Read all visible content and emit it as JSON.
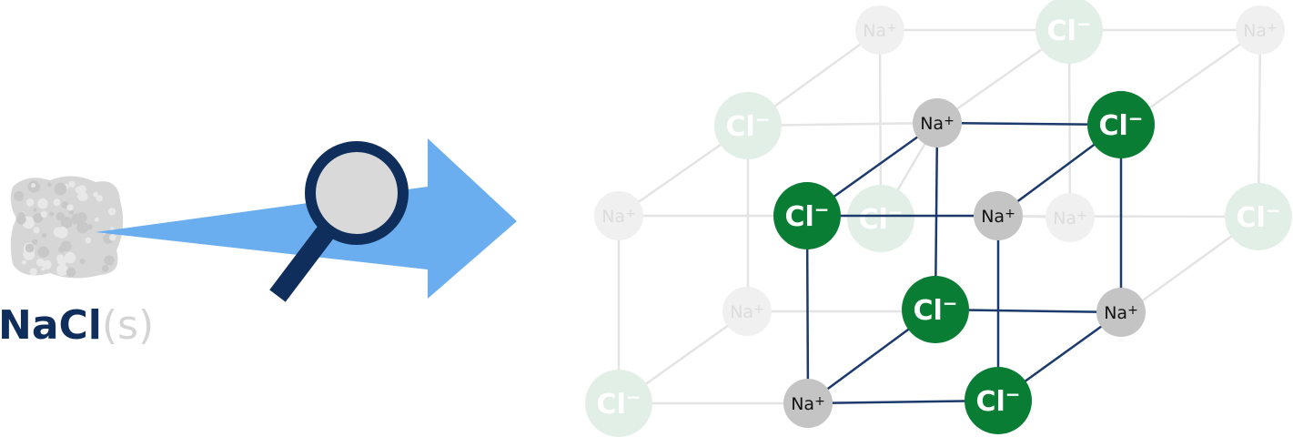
{
  "formula": {
    "main": "NaCl",
    "state": "(s)"
  },
  "colors": {
    "arrow": "#6aaef0",
    "magnifier_frame": "#0f2e5c",
    "magnifier_lens": "#d9d9d9",
    "chloride": "#087d33",
    "chloride_faded": "#e2efe6",
    "sodium": "#c4c4c4",
    "sodium_faded": "#f0f0f0",
    "bond": "#1c3a6b",
    "bond_faded": "#e4e4e4",
    "powder": "#d6d6d6"
  },
  "icons": [
    "salt-crystal-powder",
    "magnifying-glass-icon",
    "arrow-right"
  ],
  "ions": {
    "chloride": {
      "symbol": "Cl",
      "charge": "−"
    },
    "sodium": {
      "symbol": "Na",
      "charge": "+"
    }
  },
  "lattice_unit_cell": "3D unit cell of Na+ and Cl− ions highlighted within a larger faded lattice"
}
